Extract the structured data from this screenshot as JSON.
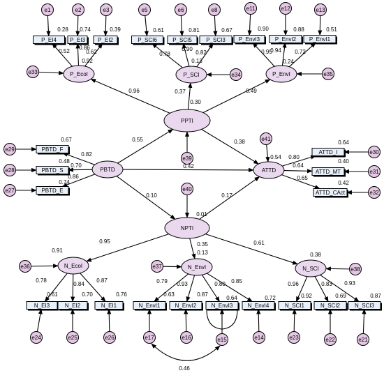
{
  "diagram": {
    "errors": [
      {
        "id": "e1",
        "label": "e1"
      },
      {
        "id": "e2",
        "label": "e2"
      },
      {
        "id": "e3",
        "label": "e3"
      },
      {
        "id": "e5",
        "label": "e5"
      },
      {
        "id": "e6",
        "label": "e6"
      },
      {
        "id": "e8",
        "label": "e8"
      },
      {
        "id": "e11",
        "label": "e11"
      },
      {
        "id": "e12",
        "label": "e12"
      },
      {
        "id": "e13",
        "label": "e13"
      },
      {
        "id": "e33",
        "label": "e33"
      },
      {
        "id": "e34",
        "label": "e34"
      },
      {
        "id": "e35",
        "label": "e35"
      },
      {
        "id": "e39",
        "label": "e39"
      },
      {
        "id": "e41",
        "label": "e41"
      },
      {
        "id": "e29",
        "label": "e29"
      },
      {
        "id": "e28",
        "label": "e28"
      },
      {
        "id": "e27",
        "label": "e27"
      },
      {
        "id": "e30",
        "label": "e30"
      },
      {
        "id": "e31",
        "label": "e31"
      },
      {
        "id": "e32",
        "label": "e32"
      },
      {
        "id": "e40",
        "label": "e40"
      },
      {
        "id": "e36",
        "label": "e36"
      },
      {
        "id": "e37",
        "label": "e37"
      },
      {
        "id": "e38",
        "label": "e38"
      },
      {
        "id": "e24",
        "label": "e24"
      },
      {
        "id": "e25",
        "label": "e25"
      },
      {
        "id": "e26",
        "label": "e26"
      },
      {
        "id": "e17",
        "label": "e17"
      },
      {
        "id": "e16",
        "label": "e16"
      },
      {
        "id": "e15",
        "label": "e15"
      },
      {
        "id": "e14",
        "label": "e14"
      },
      {
        "id": "e23",
        "label": "e23"
      },
      {
        "id": "e22",
        "label": "e22"
      },
      {
        "id": "e21",
        "label": "e21"
      }
    ],
    "latents": [
      {
        "id": "P_EcoI",
        "label": "P_EcoI"
      },
      {
        "id": "P_SCI",
        "label": "P_SCI"
      },
      {
        "id": "P_EnvI",
        "label": "P_EnvI"
      },
      {
        "id": "PPTI",
        "label": "PPTI"
      },
      {
        "id": "PBTD",
        "label": "PBTD"
      },
      {
        "id": "ATTD",
        "label": "ATTD"
      },
      {
        "id": "NPTI",
        "label": "NPTI"
      },
      {
        "id": "N_EcoI",
        "label": "N_EcoI"
      },
      {
        "id": "N_EnvI",
        "label": "N_EnvI"
      },
      {
        "id": "N_SCI",
        "label": "N_SCI"
      }
    ],
    "observed": [
      {
        "id": "P_EI4",
        "label": "P_EI4"
      },
      {
        "id": "P_EI3",
        "label": "P_EI3"
      },
      {
        "id": "P_EI2",
        "label": "P_EI2"
      },
      {
        "id": "P_SCI6",
        "label": "P_SCI6"
      },
      {
        "id": "P_SCI5",
        "label": "P_SCI5"
      },
      {
        "id": "P_SCI3",
        "label": "P_SCI3"
      },
      {
        "id": "P_EnvI3",
        "label": "P_EnvI3"
      },
      {
        "id": "P_EnvI2",
        "label": "P_EnvI2"
      },
      {
        "id": "P_EnvI1",
        "label": "P_EnvI1"
      },
      {
        "id": "PBTD_F",
        "label": "PBTD_F"
      },
      {
        "id": "PBTD_S",
        "label": "PBTD_S"
      },
      {
        "id": "PBTD_E",
        "label": "PBTD_E"
      },
      {
        "id": "ATTD_I",
        "label": "ATTD_I"
      },
      {
        "id": "ATTD_MT",
        "label": "ATTD_MT"
      },
      {
        "id": "ATTD_CAct",
        "label": "ATTD_CAct"
      },
      {
        "id": "N_EI3",
        "label": "N_EI3"
      },
      {
        "id": "N_EI2",
        "label": "N_EI2"
      },
      {
        "id": "N_EI1",
        "label": "N_EI1"
      },
      {
        "id": "N_EnvI1",
        "label": "N_EnvI1"
      },
      {
        "id": "N_EnvI2",
        "label": "N_EnvI2"
      },
      {
        "id": "N_EnvI3",
        "label": "N_EnvI3"
      },
      {
        "id": "N_EnvI4",
        "label": "N_EnvI4"
      },
      {
        "id": "N_SCI1",
        "label": "N_SCI1"
      },
      {
        "id": "N_SCI2",
        "label": "N_SCI2"
      },
      {
        "id": "N_SCI3",
        "label": "N_SCI3"
      }
    ],
    "coefficients": [
      "0.28",
      "0.74",
      "0.39",
      "0.52",
      "0.86",
      "0.62",
      "0.92",
      "0.61",
      "0.81",
      "0.67",
      "0.78",
      "0.90",
      "0.82",
      "0.13",
      "0.90",
      "0.88",
      "0.51",
      "0.95",
      "0.94",
      "0.72",
      "0.24",
      "0.96",
      "0.37",
      "0.30",
      "0.49",
      "0.67",
      "0.82",
      "0.48",
      "0.70",
      "0.74",
      "0.86",
      "0.55",
      "0.42",
      "0.10",
      "0.38",
      "0.17",
      "0.01",
      "0.64",
      "0.80",
      "0.54",
      "0.40",
      "0.64",
      "0.42",
      "0.65",
      "0.95",
      "0.35",
      "0.13",
      "0.61",
      "0.91",
      "0.38",
      "0.78",
      "0.84",
      "0.87",
      "0.61",
      "0.70",
      "0.76",
      "0.79",
      "0.93",
      "0.80",
      "0.85",
      "0.63",
      "0.87",
      "0.64",
      "0.72",
      "0.96",
      "0.83",
      "0.93",
      "0.92",
      "0.69",
      "0.87",
      "0.46"
    ]
  }
}
